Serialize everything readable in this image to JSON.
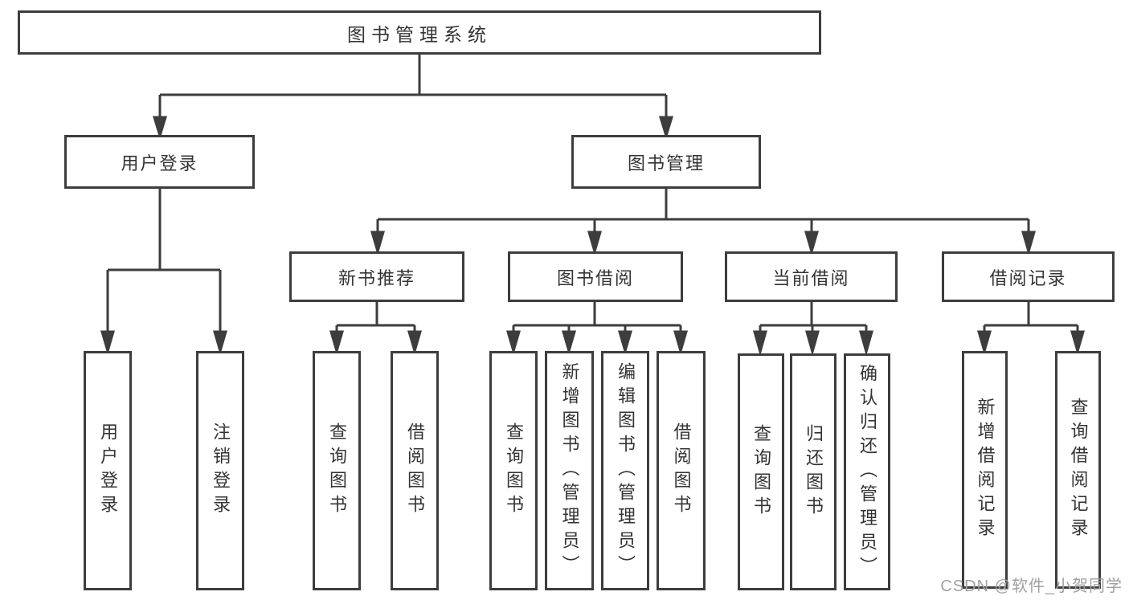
{
  "diagram": {
    "title": "图书管理系统",
    "root": {
      "label": "图书管理系统"
    },
    "level2": {
      "user_login": {
        "label": "用户登录"
      },
      "book_mgmt": {
        "label": "图书管理"
      }
    },
    "level3": {
      "new_books": {
        "label": "新书推荐"
      },
      "book_borrow": {
        "label": "图书借阅"
      },
      "current_borrow": {
        "label": "当前借阅"
      },
      "borrow_records": {
        "label": "借阅记录"
      }
    },
    "leaves": {
      "user_login": [
        "用户登录",
        "注销登录"
      ],
      "new_books": [
        "查询图书",
        "借阅图书"
      ],
      "book_borrow": [
        "查询图书",
        "新增图书（管理员）",
        "编辑图书（管理员）",
        "借阅图书"
      ],
      "current_borrow": [
        "查询图书",
        "归还图书",
        "确认归还（管理员）"
      ],
      "borrow_records": [
        "新增借阅记录",
        "查询借阅记录"
      ]
    }
  },
  "watermark": "CSDN @软件_小贺同学",
  "colors": {
    "line": "#3d3d3d",
    "text": "#333333",
    "watermark": "#a0a0a0",
    "background": "#ffffff"
  }
}
